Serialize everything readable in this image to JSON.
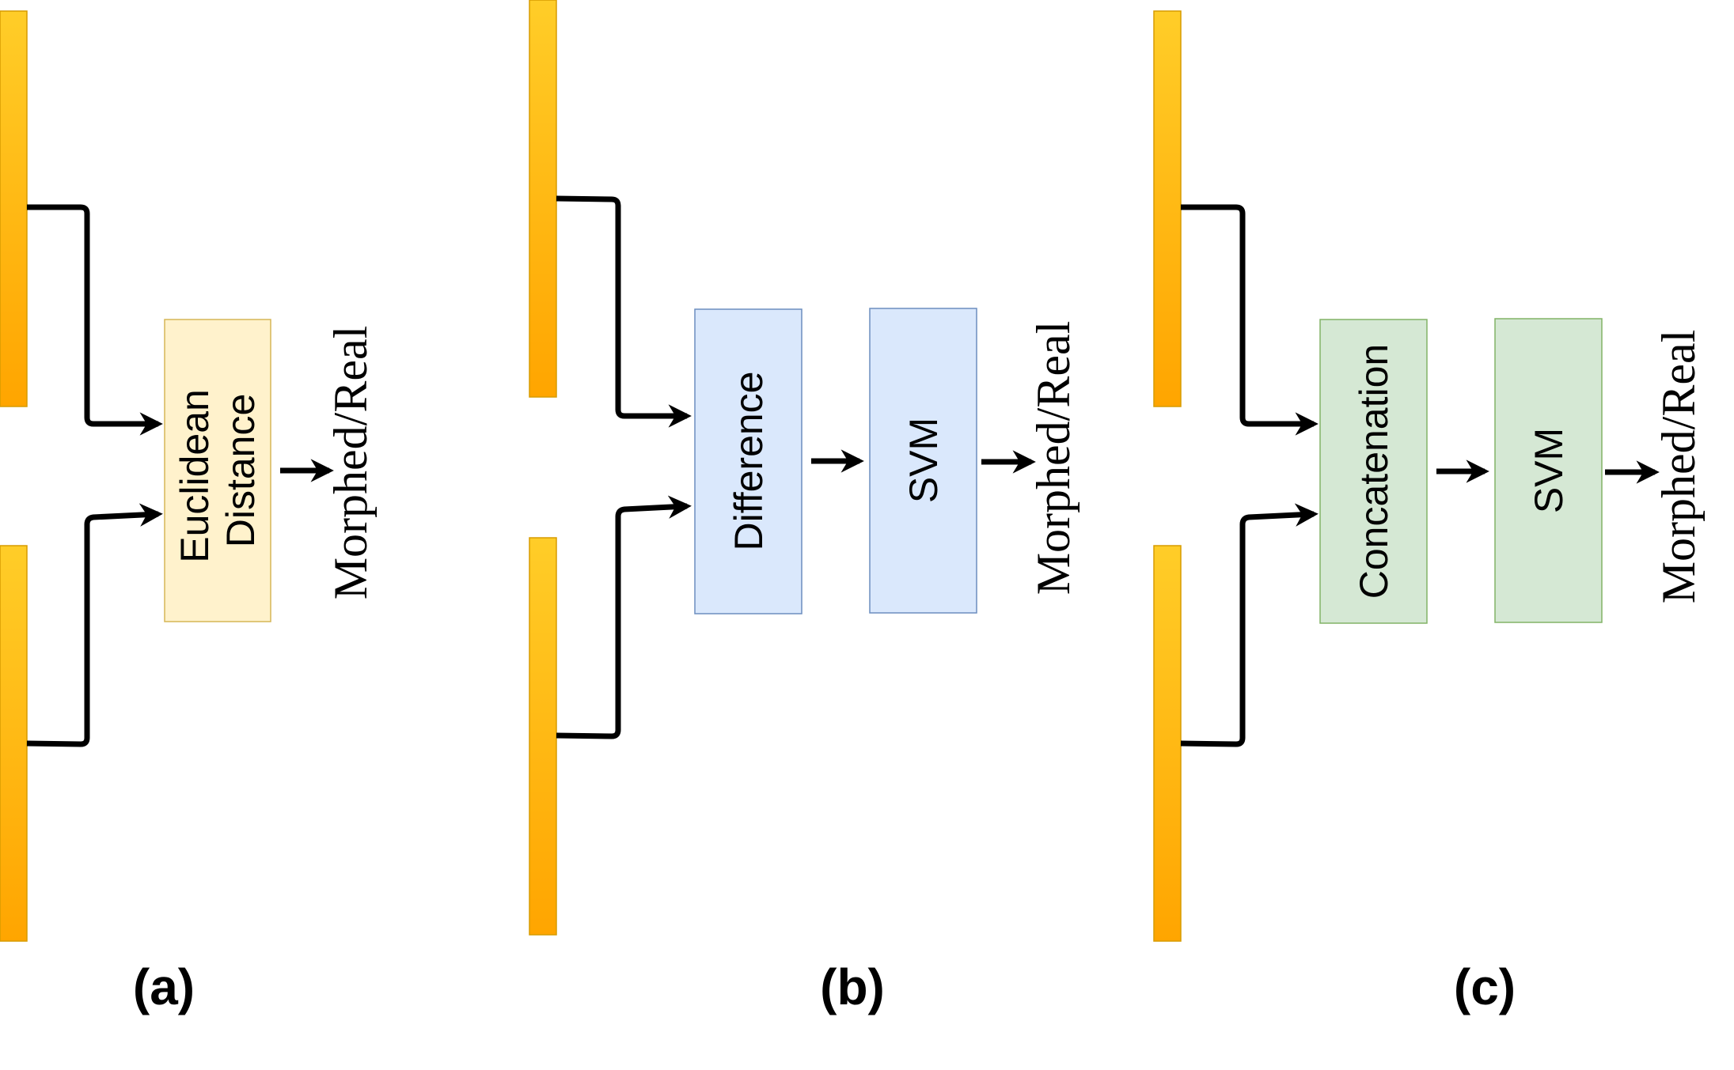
{
  "panels": [
    {
      "caption": "(a)",
      "boxes": [
        {
          "lines": [
            "Euclidean",
            "Distance"
          ],
          "fill": "#fff2cc",
          "stroke": "#d6b656"
        }
      ],
      "output_label": "Morphed/Real"
    },
    {
      "caption": "(b)",
      "boxes": [
        {
          "lines": [
            "Difference"
          ],
          "fill": "#dae8fc",
          "stroke": "#6c8ebf"
        },
        {
          "lines": [
            "SVM"
          ],
          "fill": "#dae8fc",
          "stroke": "#6c8ebf"
        }
      ],
      "output_label": "Morphed/Real"
    },
    {
      "caption": "(c)",
      "boxes": [
        {
          "lines": [
            "Concatenation"
          ],
          "fill": "#d5e8d4",
          "stroke": "#82b366"
        },
        {
          "lines": [
            "SVM"
          ],
          "fill": "#d5e8d4",
          "stroke": "#82b366"
        }
      ],
      "output_label": "Morphed/Real"
    }
  ],
  "colors": {
    "feature_top": "#ffcd28",
    "feature_bottom": "#ffa500",
    "feature_stroke": "#d79b00",
    "arrow": "#000000"
  }
}
